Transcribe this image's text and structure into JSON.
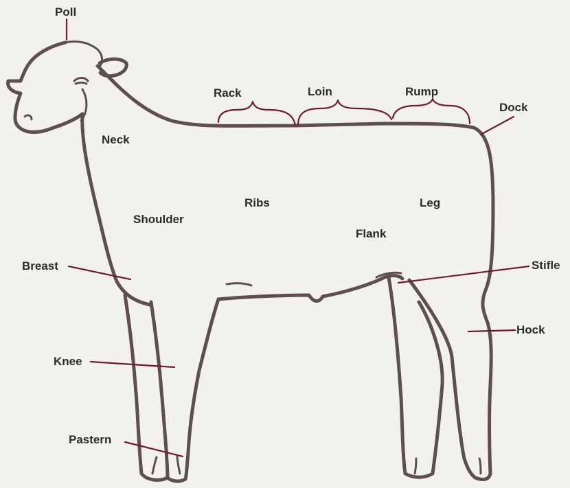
{
  "colors": {
    "background": "#f3f1ee",
    "outline": "#5e4f4a",
    "leader": "#6b1e2a",
    "text": "#2b2b2b"
  },
  "labels": {
    "poll": "Poll",
    "rack": "Rack",
    "loin": "Loin",
    "rump": "Rump",
    "dock": "Dock",
    "neck": "Neck",
    "ribs": "Ribs",
    "leg": "Leg",
    "shoulder": "Shoulder",
    "flank": "Flank",
    "breast": "Breast",
    "stifle": "Stifle",
    "hock": "Hock",
    "knee": "Knee",
    "pastern": "Pastern"
  }
}
